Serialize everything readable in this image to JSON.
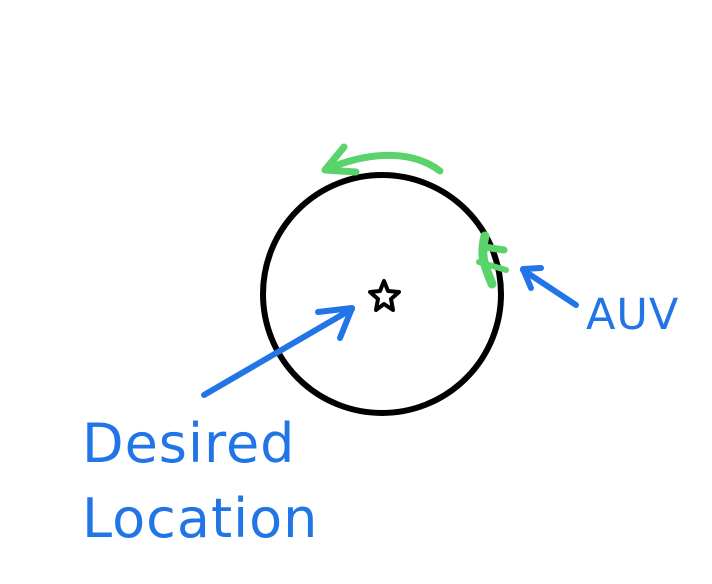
{
  "labels": {
    "auv": "AUV",
    "desired_line1": "Desired",
    "desired_line2": "Location"
  },
  "colors": {
    "orbit": "#000000",
    "star": "#000000",
    "auv": "#5ad46a",
    "motion_arrow": "#5ad46a",
    "annotation": "#2175e6"
  },
  "icons": {
    "target": "star-icon",
    "vehicle": "auv-icon"
  }
}
